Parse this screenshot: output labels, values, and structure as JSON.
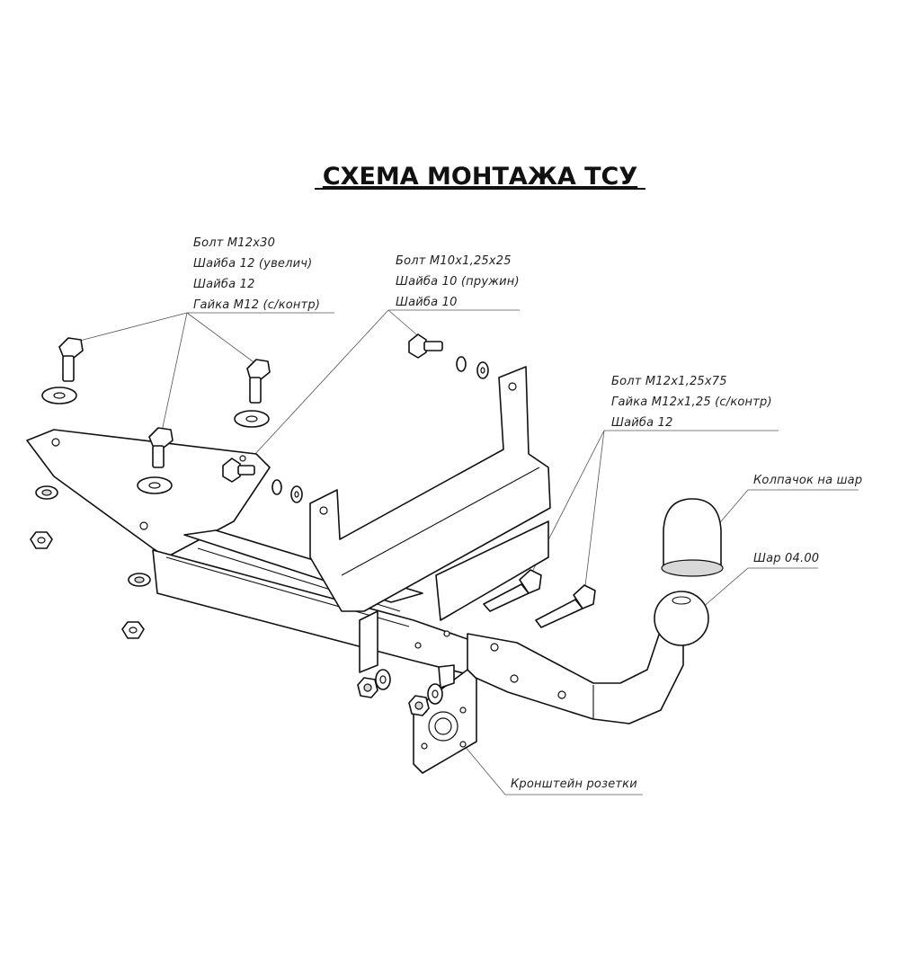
{
  "title": "СХЕМА МОНТАЖА ТСУ",
  "callouts": {
    "left_bolts": [
      "Болт М12х30",
      "Шайба 12 (увелич)",
      "Шайба 12",
      "Гайка М12 (с/контр)"
    ],
    "center_bolts": [
      "Болт М10х1,25х25",
      "Шайба 10 (пружин)",
      "Шайба 10"
    ],
    "right_bolts": [
      "Болт М12х1,25х75",
      "Гайка М12х1,25 (с/контр)",
      "Шайба 12"
    ],
    "ball_cap": "Колпачок на шар",
    "ball": "Шар 04.00",
    "socket_bracket": "Кронштейн розетки"
  },
  "colors": {
    "line": "#111111",
    "background": "#ffffff"
  }
}
